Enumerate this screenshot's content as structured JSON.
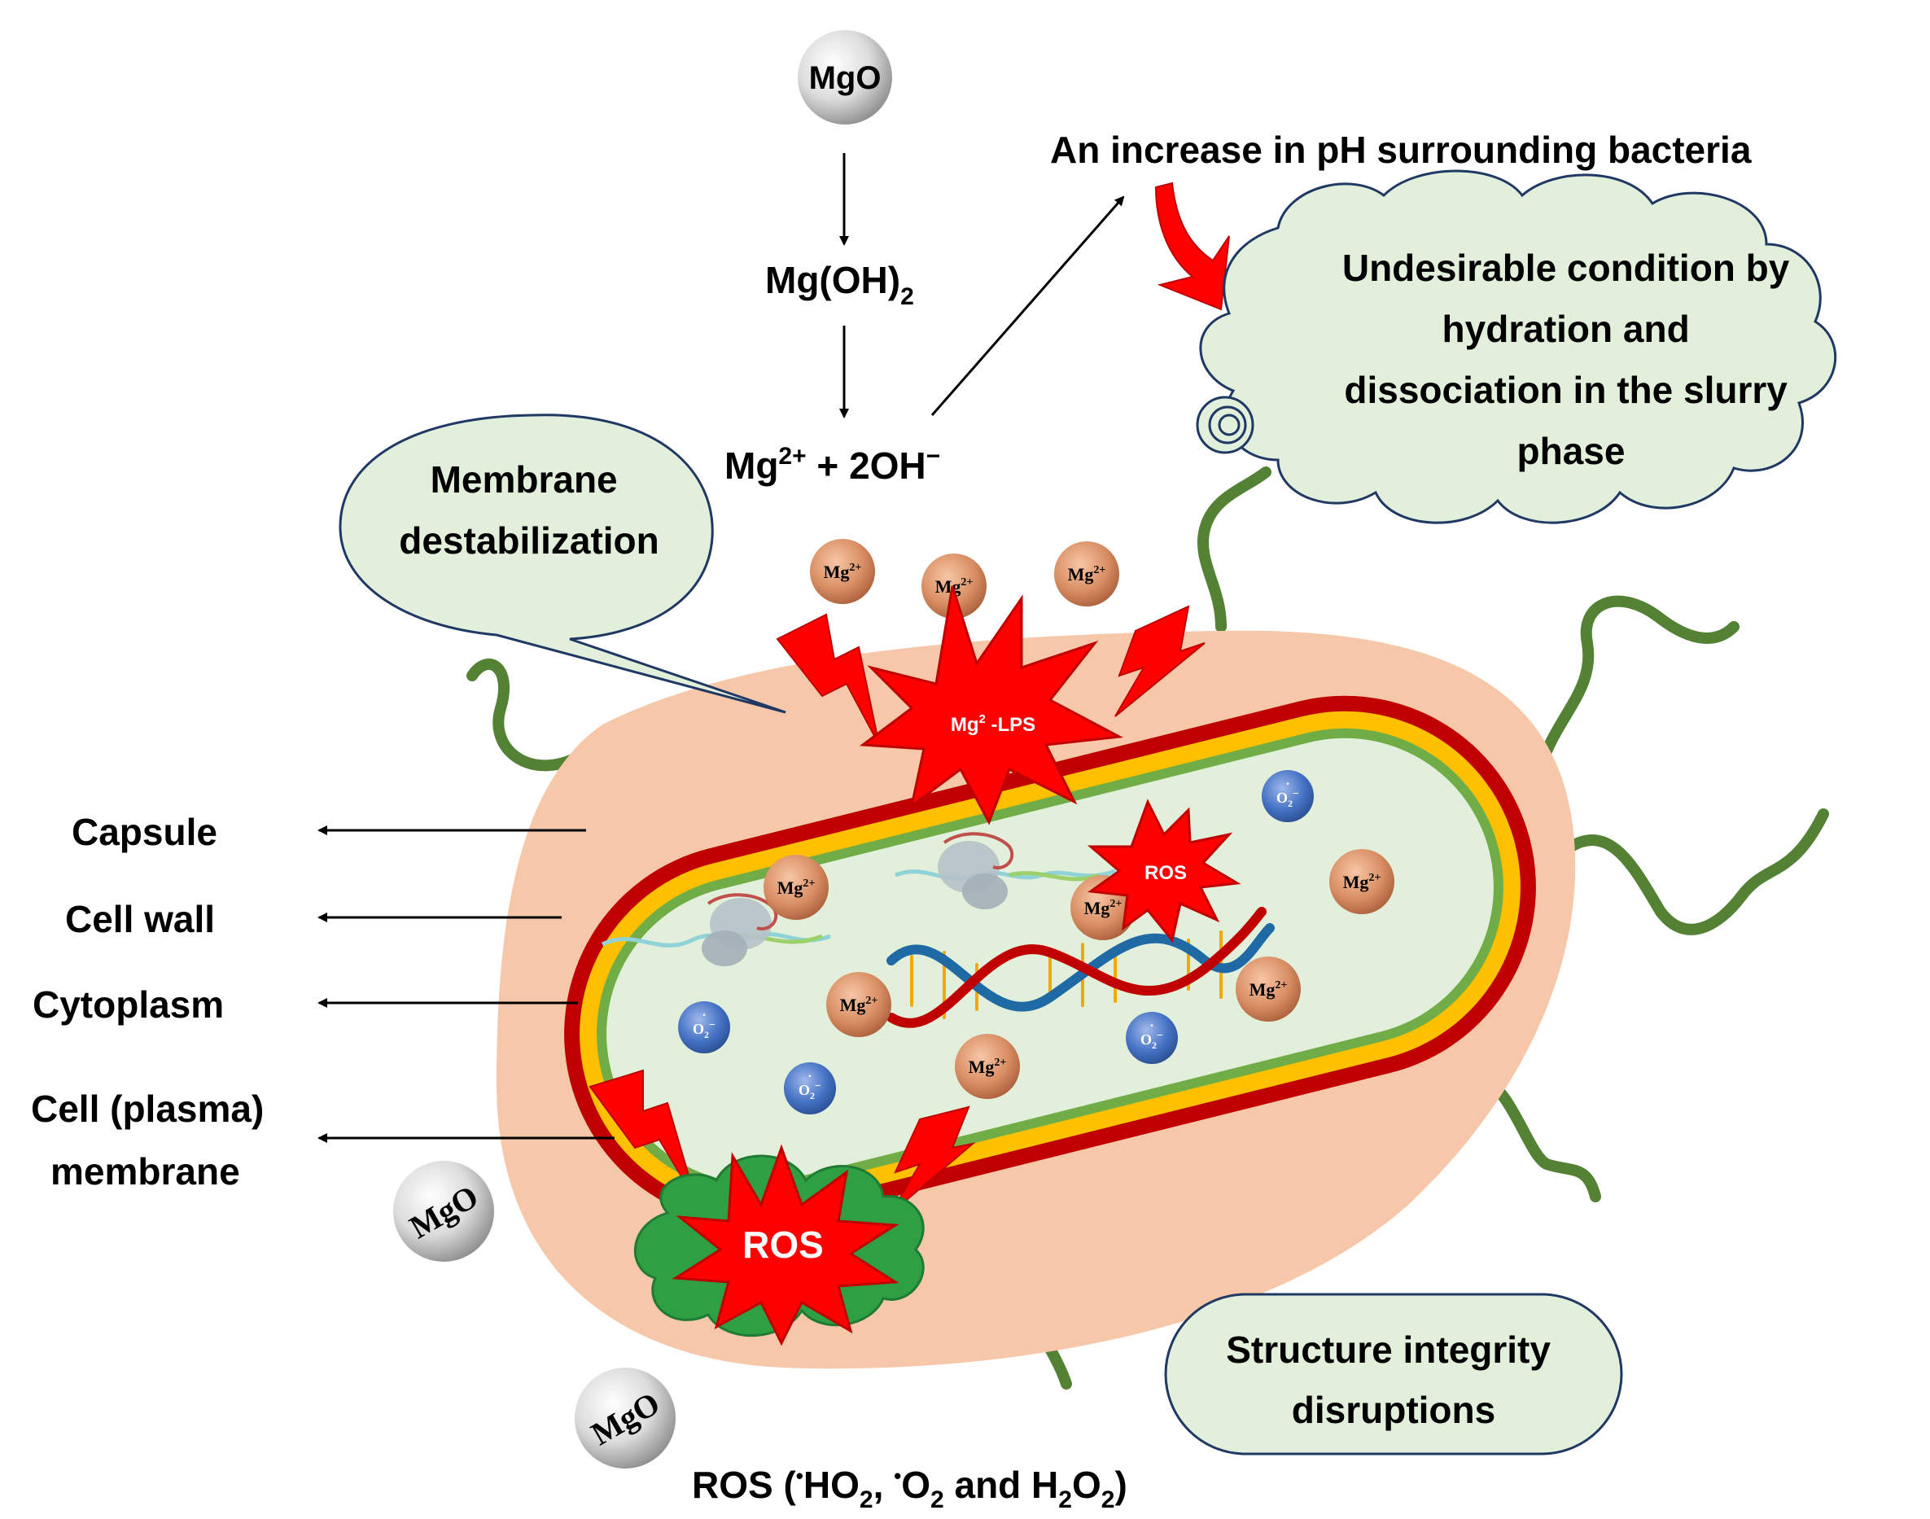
{
  "reaction": {
    "mgo": "MgO",
    "hydroxide_base": "Mg(OH)",
    "hydroxide_sub": "2",
    "ion_base": "Mg",
    "ion_sup": "2+",
    "ion_rest": " + 2OH",
    "ion_minus": "−"
  },
  "ph_text": "An increase in pH surrounding bacteria",
  "cloud_lines": [
    "Undesirable condition by",
    "hydration and",
    "dissociation in the slurry",
    "phase"
  ],
  "membrane_bubble": [
    "Membrane",
    "destabilization"
  ],
  "structure_box": [
    "Structure integrity",
    "disruptions"
  ],
  "layer_labels": {
    "capsule": "Capsule",
    "cell_wall": "Cell wall",
    "cytoplasm": "Cytoplasm",
    "membrane_line1": "Cell (plasma)",
    "membrane_line2": "membrane"
  },
  "particles": {
    "mg_base": "Mg",
    "mg_sup": "2+",
    "superoxide_base": "O",
    "superoxide_sub": "2",
    "superoxide_sup": "−",
    "superoxide_dot": "·",
    "mgo": "MgO"
  },
  "bursts": {
    "lps_base": "Mg",
    "lps_sup": "2",
    "lps_rest": " -LPS",
    "ros_small": "ROS",
    "ros_large": "ROS"
  },
  "ros_caption": {
    "prefix": "ROS (",
    "dot": "•",
    "ho2": "HO",
    "two": "2",
    "comma": ", ",
    "o": "O",
    "and": " and H",
    "o_end": "O",
    "close": ")"
  },
  "colors": {
    "capsule": "#f6c7a8",
    "cell_wall_red": "#c00000",
    "cell_wall_yellow": "#ffc000",
    "membrane_green": "#70ad47",
    "cytoplasm": "#e2efda",
    "callout_fill": "#e2efda",
    "burst_red": "#ff0000",
    "ros_green": "#2ea043",
    "mg_ion": "#d98e63",
    "superoxide": "#4472c4",
    "flagella": "#548235"
  }
}
